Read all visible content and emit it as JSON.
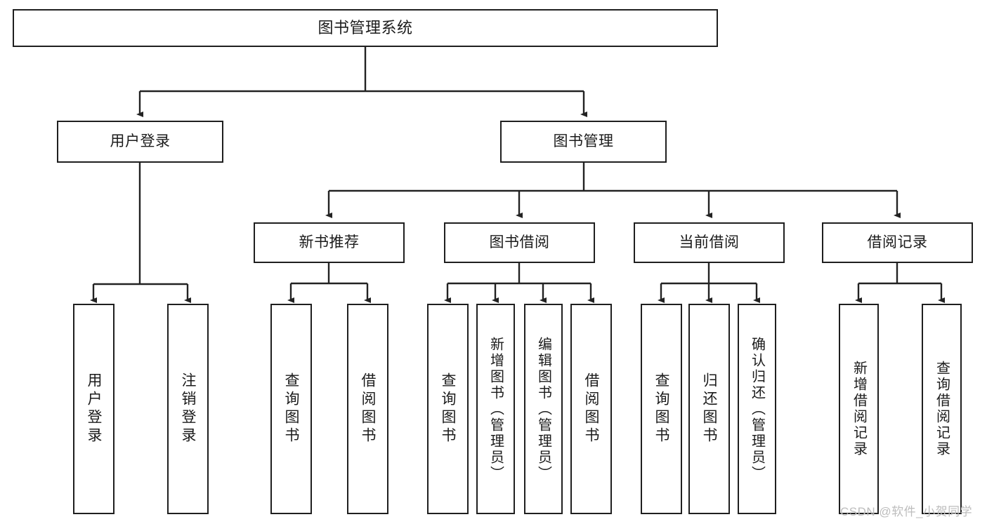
{
  "diagram": {
    "title_box": {
      "label": "图书管理系统"
    },
    "level2": [
      {
        "id": "user-login",
        "label": "用户登录"
      },
      {
        "id": "book-management",
        "label": "图书管理"
      }
    ],
    "level3": [
      {
        "id": "new-book-recommend",
        "label": "新书推荐"
      },
      {
        "id": "book-borrow",
        "label": "图书借阅"
      },
      {
        "id": "current-borrow",
        "label": "当前借阅"
      },
      {
        "id": "borrow-record",
        "label": "借阅记录"
      }
    ],
    "leaves": [
      {
        "id": "leaf-user-login",
        "label": "用户登录"
      },
      {
        "id": "leaf-logout",
        "label": "注销登录"
      },
      {
        "id": "leaf-query-book-1",
        "label": "查询图书"
      },
      {
        "id": "leaf-borrow-book-1",
        "label": "借阅图书"
      },
      {
        "id": "leaf-query-book-2",
        "label": "查询图书"
      },
      {
        "id": "leaf-add-book",
        "label": "新增图书（管理员）"
      },
      {
        "id": "leaf-edit-book",
        "label": "编辑图书（管理员）"
      },
      {
        "id": "leaf-borrow-book-2",
        "label": "借阅图书"
      },
      {
        "id": "leaf-query-book-3",
        "label": "查询图书"
      },
      {
        "id": "leaf-return-book",
        "label": "归还图书"
      },
      {
        "id": "leaf-confirm-return",
        "label": "确认归还（管理员）"
      },
      {
        "id": "leaf-add-record",
        "label": "新增借阅记录"
      },
      {
        "id": "leaf-query-record",
        "label": "查询借阅记录"
      }
    ]
  },
  "watermark": {
    "text": "CSDN @软件_小贺同学"
  }
}
